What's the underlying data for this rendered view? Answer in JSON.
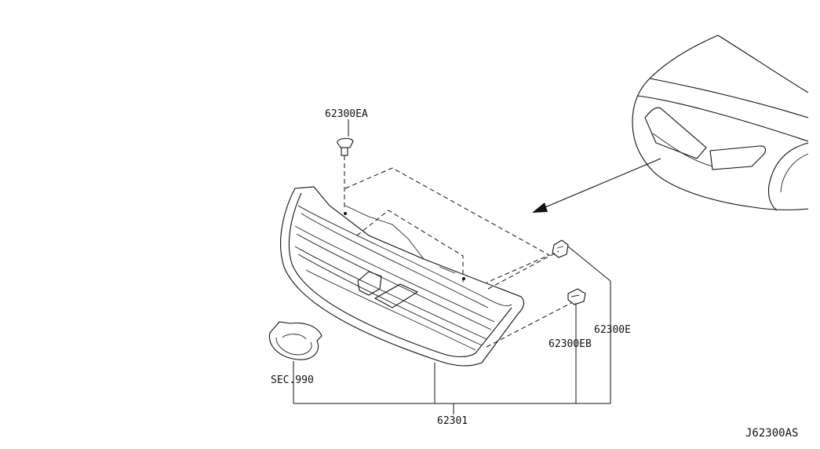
{
  "diagram_id": "J62300AS",
  "callouts": {
    "clip_top": "62300EA",
    "clip_right": "62300E",
    "clip_right_lower": "62300EB",
    "emblem_ref": "SEC.990",
    "grille": "62301"
  }
}
